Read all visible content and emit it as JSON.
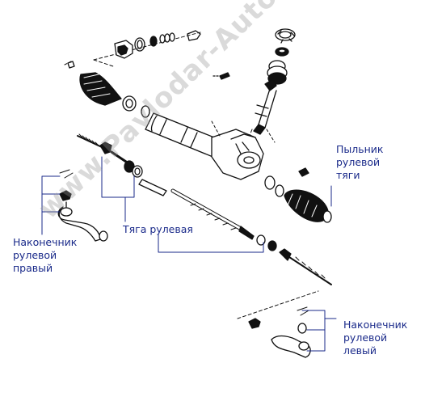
{
  "labels": {
    "boot": [
      "Пыльник",
      "рулевой",
      "тяги"
    ],
    "tie_rod": "Тяга рулевая",
    "tie_rod_end_right": [
      "Наконечник",
      "рулевой",
      "правый"
    ],
    "tie_rod_end_left": [
      "Наконечник",
      "рулевой",
      "левый"
    ]
  },
  "watermark": "www.Pavlodar-Auto.kz",
  "colors": {
    "line": "#111111",
    "callout": "#1a2a8a",
    "watermark": "#bdbdbd"
  }
}
